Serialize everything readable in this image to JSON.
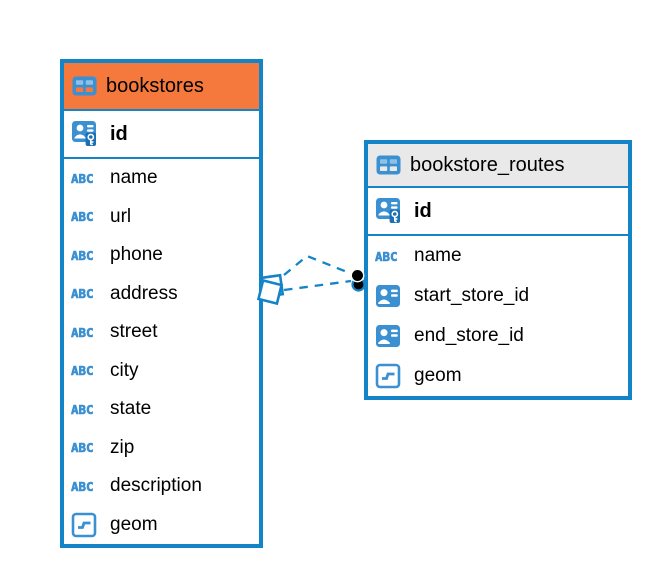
{
  "diagram": {
    "colors": {
      "accent_blue": "#1484C8",
      "icon_blue": "#3B90D2",
      "bookstores_header": "#F5793D",
      "routes_header": "#E9E9E9",
      "endpoint_dot": "#000000"
    },
    "tables": [
      {
        "name": "bookstores",
        "header_style": "orange",
        "fields": [
          {
            "name": "id",
            "icon": "pk",
            "pk": true
          },
          {
            "name": "name",
            "icon": "text"
          },
          {
            "name": "url",
            "icon": "text"
          },
          {
            "name": "phone",
            "icon": "text"
          },
          {
            "name": "address",
            "icon": "text"
          },
          {
            "name": "street",
            "icon": "text"
          },
          {
            "name": "city",
            "icon": "text"
          },
          {
            "name": "state",
            "icon": "text"
          },
          {
            "name": "zip",
            "icon": "text"
          },
          {
            "name": "description",
            "icon": "text"
          },
          {
            "name": "geom",
            "icon": "geom"
          }
        ]
      },
      {
        "name": "bookstore_routes",
        "header_style": "gray",
        "fields": [
          {
            "name": "id",
            "icon": "pk",
            "pk": true
          },
          {
            "name": "name",
            "icon": "text"
          },
          {
            "name": "start_store_id",
            "icon": "fk"
          },
          {
            "name": "end_store_id",
            "icon": "fk"
          },
          {
            "name": "geom",
            "icon": "geom"
          }
        ]
      }
    ],
    "relationships": [
      {
        "from_table": "bookstores",
        "to_table": "bookstore_routes",
        "to_field": "start_store_id",
        "line_style": "dashed"
      },
      {
        "from_table": "bookstores",
        "to_table": "bookstore_routes",
        "to_field": "end_store_id",
        "line_style": "dashed"
      }
    ]
  }
}
